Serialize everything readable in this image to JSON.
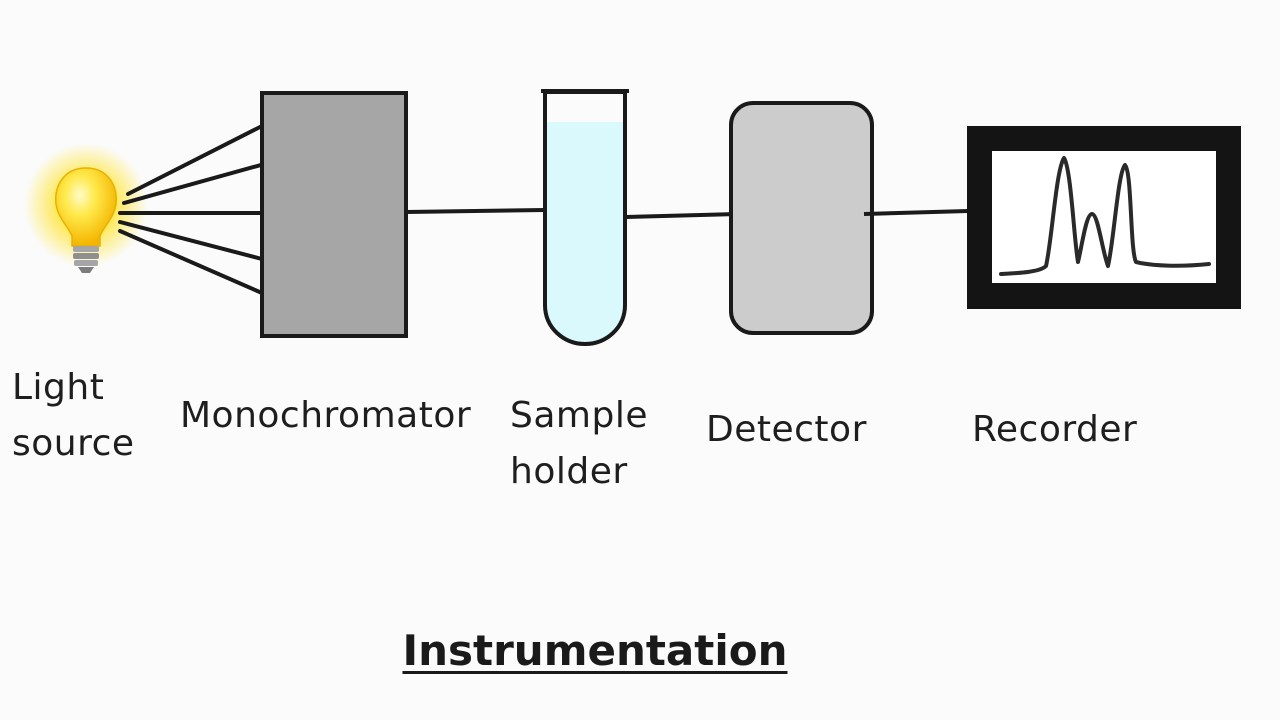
{
  "diagram": {
    "title": "Instrumentation",
    "components": [
      {
        "id": "light-source",
        "label_lines": [
          "Light",
          "source"
        ],
        "icon": "light-bulb-icon"
      },
      {
        "id": "monochromator",
        "label_lines": [
          "Monochromator"
        ]
      },
      {
        "id": "sample-holder",
        "label_lines": [
          "Sample",
          "holder"
        ],
        "icon": "test-tube-icon"
      },
      {
        "id": "detector",
        "label_lines": [
          "Detector"
        ]
      },
      {
        "id": "recorder",
        "label_lines": [
          "Recorder"
        ],
        "icon": "spectrum-trace-icon"
      }
    ],
    "colors": {
      "line": "#1a1a1a",
      "monochromator_fill": "#a6a6a6",
      "detector_fill": "#cccccc",
      "sample_liquid": "#d9f9fd",
      "bulb_glow": "#ffd21f",
      "bulb_base": "#9a9a9a",
      "recorder_frame": "#141414",
      "recorder_screen": "#ffffff"
    }
  }
}
